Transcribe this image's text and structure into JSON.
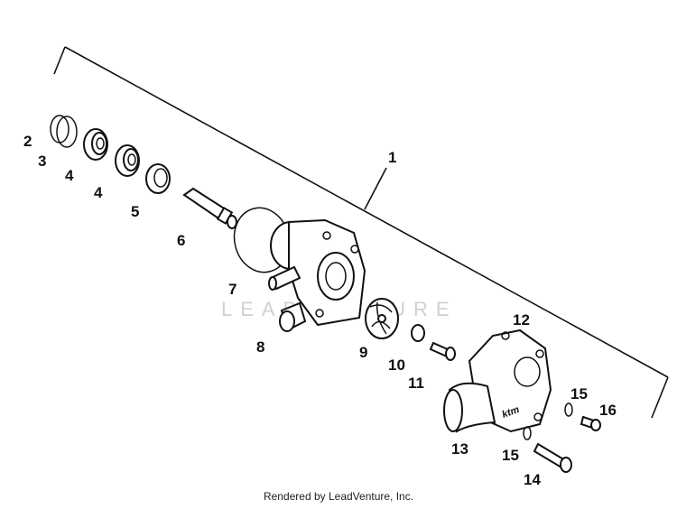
{
  "watermark": "LEADVENTURE",
  "footer": "Rendered by LeadVenture, Inc.",
  "callouts": {
    "c1": "1",
    "c2": "2",
    "c3": "3",
    "c4a": "4",
    "c4b": "4",
    "c5": "5",
    "c6": "6",
    "c7": "7",
    "c8": "8",
    "c9": "9",
    "c10": "10",
    "c11": "11",
    "c12": "12",
    "c13": "13",
    "c14": "14",
    "c15a": "15",
    "c15b": "15",
    "c16": "16"
  }
}
